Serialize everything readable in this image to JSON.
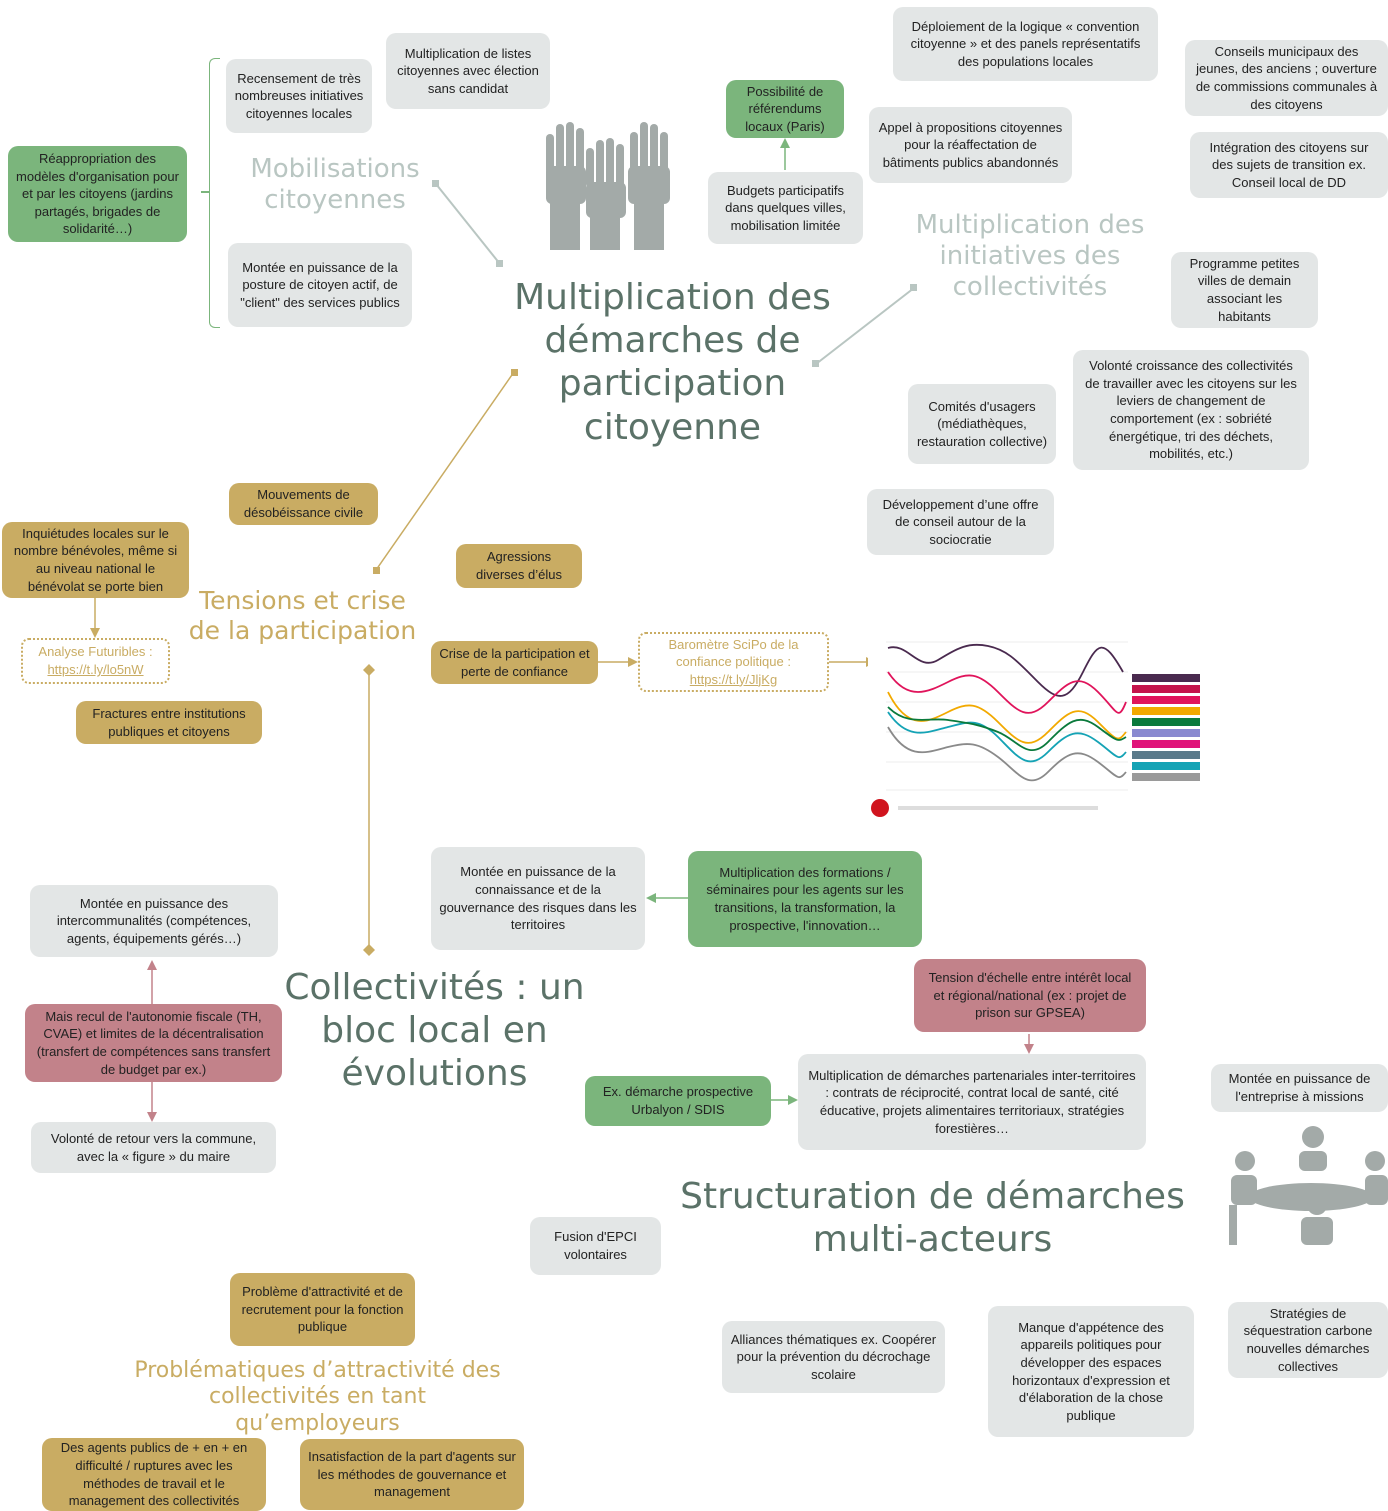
{
  "titles": {
    "main": "Multiplication des démarches de participation citoyenne",
    "mobilisations": "Mobilisations citoyennes",
    "initiatives": "Multiplication des initiatives des collectivités",
    "tensions": "Tensions et crise de la participation",
    "collectivites": "Collectivités : un bloc local en évolutions",
    "structuration": "Structuration de démarches multi-acteurs",
    "attractivite": "Problématiques d’attractivité des collectivités en tant qu’employeurs"
  },
  "mobilisations": {
    "reappropriation": "Réappropriation des modèles d'organisation pour et par les citoyens (jardins partagés, brigades de solidarité…)",
    "recensement": "Recensement de très nombreuses initiatives citoyennes locales",
    "listes": "Multiplication de listes citoyennes avec élection sans candidat",
    "posture": "Montée en puissance de la posture de citoyen actif, de \"client\" des services publics"
  },
  "initiatives": {
    "referendums": "Possibilité de référendums locaux (Paris)",
    "budgets": "Budgets participatifs dans quelques villes, mobilisation limitée",
    "convention": "Déploiement de la logique « convention citoyenne » et des panels représentatifs des populations locales",
    "appel": "Appel à propositions citoyennes pour la réaffectation de bâtiments publics abandonnés",
    "conseils": "Conseils municipaux des jeunes, des anciens ; ouverture de commissions communales à des citoyens",
    "integration": "Intégration des citoyens sur des sujets de transition ex. Conseil local de DD",
    "petites_villes": "Programme petites villes de demain associant les habitants",
    "volonte": "Volonté croissance des collectivités de travailler avec les citoyens sur les leviers de changement de comportement (ex : sobriété énergétique, tri des déchets, mobilités, etc.)",
    "comites": "Comités d'usagers (médiathèques, restauration collective)",
    "sociocratie": "Développement d’une offre de conseil autour de la sociocratie"
  },
  "tensions": {
    "desobeissance": "Mouvements de désobéissance civile",
    "agressions": "Agressions diverses d’élus",
    "inquietudes": "Inquiétudes locales sur le nombre bénévoles, même si au niveau national le bénévolat se porte bien",
    "analyse_label": "Analyse Futuribles :",
    "analyse_link": "https://t.ly/lo5nW",
    "fractures": "Fractures entre institutions publiques et citoyens",
    "crise": "Crise de la participation et perte de confiance",
    "barometre_label": "Baromètre SciPo de la confiance politique :",
    "barometre_link": "https://t.ly/JljKg"
  },
  "collectivites": {
    "intercommunalites": "Montée en puissance des intercommunalités (compétences, agents, équipements gérés…)",
    "recul": "Mais recul de l'autonomie fiscale (TH, CVAE) et limites de la décentralisation (transfert de compétences sans transfert de budget par ex.)",
    "retour": "Volonté de retour vers la commune, avec la « figure » du maire",
    "connaissance": "Montée en puissance de la connaissance et de la gouvernance des risques dans les territoires",
    "formations": "Multiplication des formations / séminaires pour les agents sur les transitions, la transformation, la prospective, l'innovation…"
  },
  "structuration": {
    "tension": "Tension d'échelle entre intérêt local et régional/national (ex : projet de prison sur GPSEA)",
    "partenariales": "Multiplication de démarches partenariales inter-territoires : contrats de réciprocité, contrat local de santé, cité éducative, projets alimentaires territoriaux, stratégies forestières…",
    "prospective": "Ex. démarche prospective Urbalyon / SDIS",
    "entreprise": "Montée en puissance de l'entreprise à missions",
    "fusion": "Fusion d'EPCI volontaires",
    "alliances": "Alliances thématiques ex. Coopérer pour la prévention du décrochage scolaire",
    "appetence": "Manque d'appétence des appareils politiques pour développer des espaces horizontaux d'expression et d'élaboration de la chose publique",
    "sequestration": "Stratégies de séquestration carbone nouvelles démarches collectives"
  },
  "attractivite": {
    "probleme": "Problème d'attractivité et de recrutement pour la fonction publique",
    "agents": "Des agents publics de + en + en difficulté / ruptures avec les méthodes de travail et le management des collectivités",
    "insatisfaction": "Insatisfaction de la part d'agents sur les méthodes de gouvernance et management"
  },
  "icons": {
    "hands": "raised-hands-icon",
    "meeting": "meeting-table-icon",
    "chart": "confidence-barometer-chart-thumbnail"
  },
  "colors": {
    "main_title": "#5b7268",
    "grey_box": "#e3e6e6",
    "green_box": "#7bb57c",
    "gold_box": "#c9ac63",
    "rose_box": "#c2828a"
  }
}
